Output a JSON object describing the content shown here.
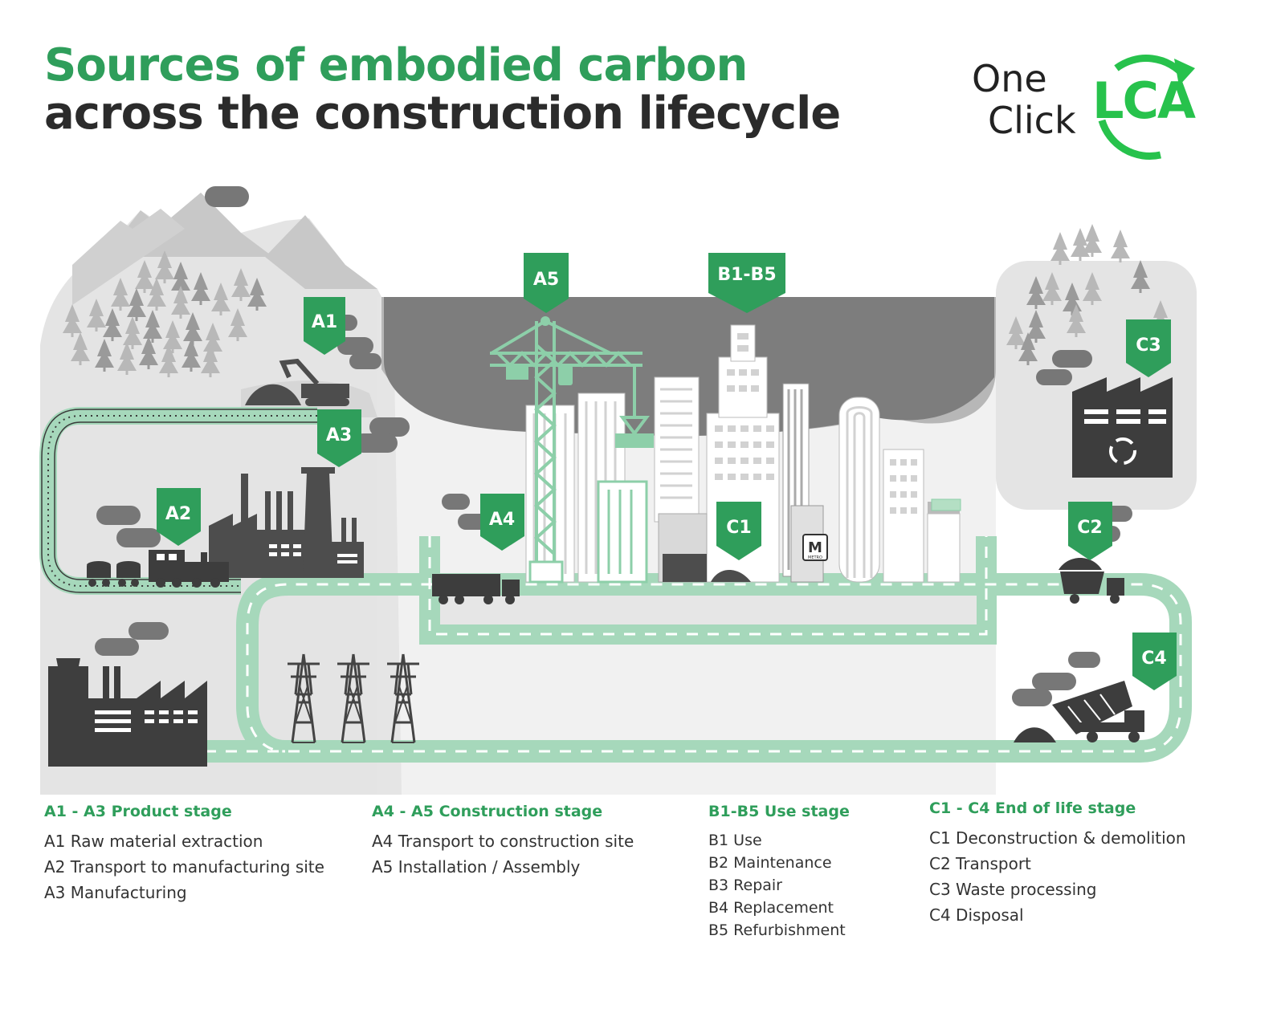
{
  "title": {
    "line1": "Sources of embodied carbon",
    "line2": "across the construction lifecycle"
  },
  "logo": {
    "one": "One",
    "click": "Click",
    "lca": "LCA"
  },
  "badges": {
    "a1": "A1",
    "a2": "A2",
    "a3": "A3",
    "a4": "A4",
    "a5": "A5",
    "b": "B1-B5",
    "c1": "C1",
    "c2": "C2",
    "c3": "C3",
    "c4": "C4"
  },
  "metro_sign": {
    "letter": "M",
    "caption": "METRO"
  },
  "legend": {
    "product": {
      "heading": "A1 - A3 Product stage",
      "items": [
        "A1 Raw material extraction",
        "A2 Transport to manufacturing site",
        "A3 Manufacturing"
      ]
    },
    "construction": {
      "heading": "A4 - A5 Construction stage",
      "items": [
        "A4 Transport to construction site",
        "A5 Installation / Assembly"
      ]
    },
    "use": {
      "heading": "B1-B5 Use stage",
      "items": [
        "B1 Use",
        "B2 Maintenance",
        "B3 Repair",
        "B4 Replacement",
        "B5 Refurbishment"
      ]
    },
    "end": {
      "heading": "C1 - C4 End of life stage",
      "items": [
        "C1 Deconstruction & demolition",
        "C2 Transport",
        "C3 Waste processing",
        "C4 Disposal"
      ]
    }
  },
  "colors": {
    "brand_green": "#2f9e5b",
    "logo_green": "#27c24c",
    "road": "#a6d8bb",
    "dark": "#4d4d4d",
    "light_grey": "#dedede"
  }
}
